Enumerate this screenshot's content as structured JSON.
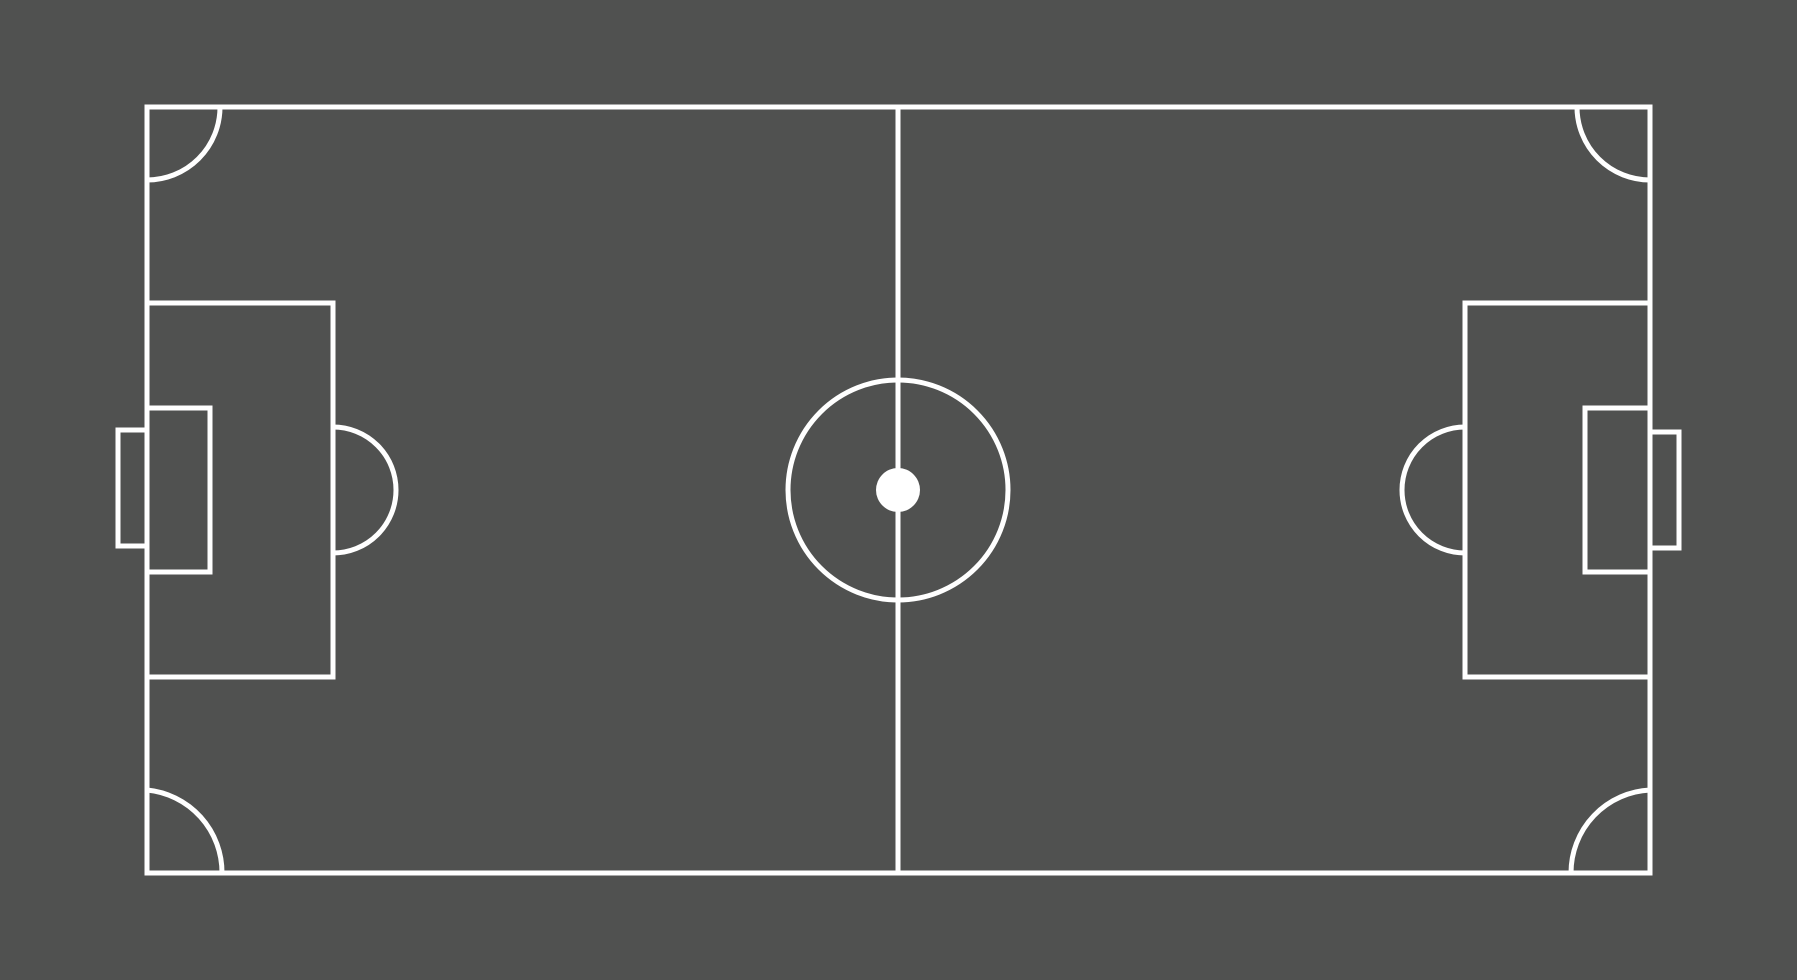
{
  "colors": {
    "background": "#505150",
    "lines": "#ffffff",
    "center_spot": "#ffffff"
  },
  "pitch": {
    "orientation": "horizontal",
    "elements": [
      "outer-boundary",
      "halfway-line",
      "center-circle",
      "center-spot",
      "left-penalty-area",
      "left-goal-area",
      "left-penalty-arc",
      "left-goal",
      "right-penalty-area",
      "right-goal-area",
      "right-penalty-arc",
      "right-goal",
      "corner-arc-top-left",
      "corner-arc-top-right",
      "corner-arc-bottom-left",
      "corner-arc-bottom-right"
    ]
  }
}
